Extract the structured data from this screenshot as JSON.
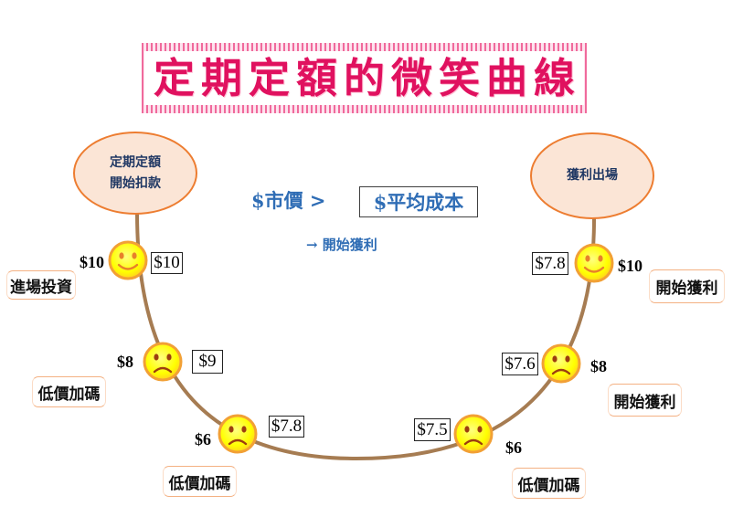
{
  "title": "定期定額的微笑曲線",
  "start_bubble": {
    "line1": "定期定額",
    "line2": "開始扣款"
  },
  "end_bubble": {
    "label": "獲利出場"
  },
  "rule": {
    "market": "$市價 >",
    "avg_cost": "$平均成本",
    "result": "→ 開始獲利"
  },
  "points": [
    {
      "market_price": "$10",
      "avg_cost": "$10",
      "action": "進場投資",
      "icon": "smile-face"
    },
    {
      "market_price": "$8",
      "avg_cost": "$9",
      "action": "低價加碼",
      "icon": "sad-face"
    },
    {
      "market_price": "$6",
      "avg_cost": "$7.8",
      "action": "低價加碼",
      "icon": "sad-face"
    },
    {
      "market_price": "$6",
      "avg_cost": "$7.5",
      "action": "低價加碼",
      "icon": "sad-face"
    },
    {
      "market_price": "$8",
      "avg_cost": "$7.6",
      "action": "開始獲利",
      "icon": "sad-face"
    },
    {
      "market_price": "$10",
      "avg_cost": "$7.8",
      "action": "開始獲利",
      "icon": "smile-face"
    }
  ],
  "colors": {
    "title": "#e0115f",
    "bubble_fill": "#fbe5d6",
    "bubble_border": "#ed7d31",
    "rule_text": "#2f6db5",
    "curve": "#a67c52",
    "face_fill": "#ffff00",
    "face_border": "#f2a035",
    "tag_border": "#f4b183"
  }
}
